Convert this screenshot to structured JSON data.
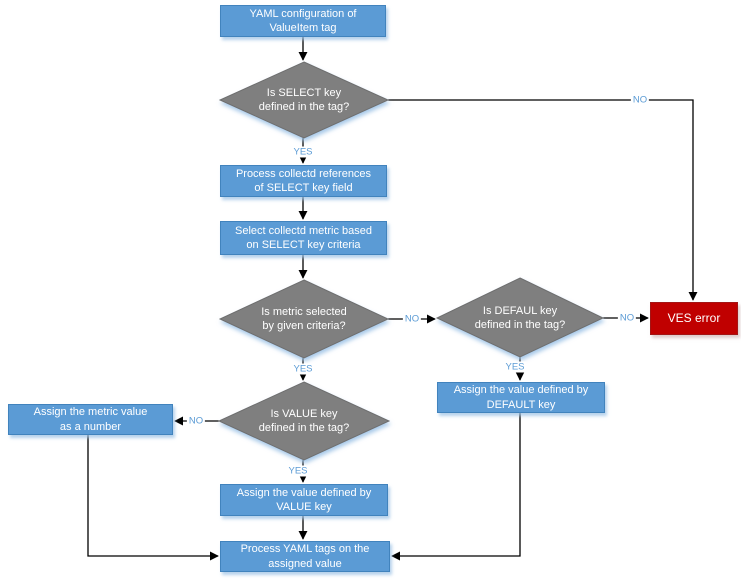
{
  "diagram": {
    "nodes": {
      "start": {
        "label": "YAML configuration of\nValueItem tag"
      },
      "select_decision": {
        "label": "Is SELECT key\ndefined in the tag?"
      },
      "process_references": {
        "label": "Process collectd references\nof SELECT key field"
      },
      "select_metric": {
        "label": "Select collectd metric based\non SELECT key criteria"
      },
      "metric_decision": {
        "label": "Is metric selected\nby given criteria?"
      },
      "default_decision": {
        "label": "Is DEFAUL key\ndefined in the tag?"
      },
      "ves_error": {
        "label": "VES error"
      },
      "assign_default": {
        "label": "Assign the value defined by\nDEFAULT key"
      },
      "value_decision": {
        "label": "Is VALUE key\ndefined in the tag?"
      },
      "assign_metric_number": {
        "label": "Assign the metric value\nas a number"
      },
      "assign_value": {
        "label": "Assign the value defined by\nVALUE key"
      },
      "process_yaml_tags": {
        "label": "Process YAML tags on the\nassigned value"
      }
    },
    "edge_labels": {
      "select_no": "NO",
      "select_yes": "YES",
      "metric_no": "NO",
      "metric_yes": "YES",
      "default_no": "NO",
      "default_yes": "YES",
      "value_no": "NO",
      "value_yes": "YES"
    },
    "colors": {
      "process_fill": "#5B9BD5",
      "process_border": "#4183bd",
      "decision_fill": "#7F7F7F",
      "decision_border": "#6E6E6E",
      "error_fill": "#C00000",
      "error_border": "#a31515",
      "connector": "#000000",
      "edge_label_text": "#5B9BD5",
      "node_text": "#FFFFFF"
    }
  }
}
